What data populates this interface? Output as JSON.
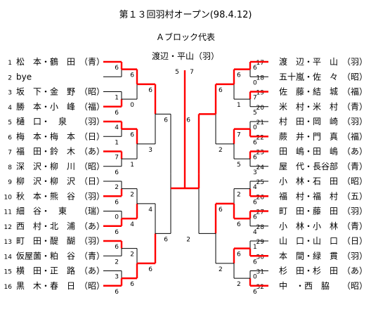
{
  "title": "第１３回羽村オープン(98.4.12)",
  "block": "Ａブロック代表",
  "champion": "渡辺・平山（羽）",
  "left": [
    {
      "num": "1",
      "name": "松　本・鶴　田",
      "club": "（青）"
    },
    {
      "num": "2",
      "name": "bye",
      "club": ""
    },
    {
      "num": "3",
      "name": "坂　下・金　野",
      "club": "（昭）"
    },
    {
      "num": "4",
      "name": "勝　本・小　峰",
      "club": "（福）"
    },
    {
      "num": "5",
      "name": "樋　口・　泉",
      "club": "（羽）"
    },
    {
      "num": "6",
      "name": "梅　本・梅　本",
      "club": "（日）"
    },
    {
      "num": "7",
      "name": "福　田・鈴　木",
      "club": "（あ）"
    },
    {
      "num": "8",
      "name": "深　沢・柳　川",
      "club": "（昭）"
    },
    {
      "num": "9",
      "name": "柳　沢・柳　沢",
      "club": "（日）"
    },
    {
      "num": "10",
      "name": "秋　本・熊　谷",
      "club": "（羽）"
    },
    {
      "num": "11",
      "name": "細　谷・　東",
      "club": "（瑞）"
    },
    {
      "num": "12",
      "name": "西　村・北　浦",
      "club": "（あ）"
    },
    {
      "num": "13",
      "name": "町　田・醍　醐",
      "club": "（羽）"
    },
    {
      "num": "14",
      "name": "仮屋薗・粕　谷",
      "club": "（青）"
    },
    {
      "num": "15",
      "name": "横　田・正　路",
      "club": "（あ）"
    },
    {
      "num": "16",
      "name": "黒　木・春　日",
      "club": "（昭）"
    }
  ],
  "right": [
    {
      "num": "17",
      "name": "渡　辺・平　山",
      "club": "（羽）"
    },
    {
      "num": "18",
      "name": "五十嵐・佐　々",
      "club": "（昭）"
    },
    {
      "num": "19",
      "name": "佐　藤・結　城",
      "club": "（福）"
    },
    {
      "num": "20",
      "name": "米　村・米　村",
      "club": "（青）"
    },
    {
      "num": "21",
      "name": "村　田・岡　崎",
      "club": "（羽）"
    },
    {
      "num": "22",
      "name": "蕨　井・門　真",
      "club": "（福）"
    },
    {
      "num": "23",
      "name": "田　嶋・田　嶋",
      "club": "（あ）"
    },
    {
      "num": "24",
      "name": "屋　代・長谷部",
      "club": "（青）"
    },
    {
      "num": "25",
      "name": "小　林・石　田",
      "club": "（昭）"
    },
    {
      "num": "26",
      "name": "福　村・福　村",
      "club": "（五）"
    },
    {
      "num": "27",
      "name": "町　田・藤　田",
      "club": "（羽）"
    },
    {
      "num": "28",
      "name": "小　林・小　林",
      "club": "（青）"
    },
    {
      "num": "29",
      "name": "山　口・山　口",
      "club": "（日）"
    },
    {
      "num": "30",
      "name": "本　間・緑　貫",
      "club": "（羽）"
    },
    {
      "num": "31",
      "name": "杉　田・杉　田",
      "club": "（あ）"
    },
    {
      "num": "32",
      "name": "中　・西　脇",
      "club": "（昭）"
    }
  ],
  "left_r1_scores": [
    [
      "6",
      ""
    ],
    [
      "1",
      "6"
    ],
    [
      "4",
      "1"
    ],
    [
      "7",
      "6"
    ],
    [
      "2",
      "6"
    ],
    [
      "0",
      "6"
    ],
    [
      "6",
      "2"
    ],
    [
      "3",
      "6"
    ]
  ],
  "left_r1_winner": [
    0,
    1,
    0,
    0,
    1,
    1,
    0,
    1
  ],
  "left_r2_scores": [
    [
      "6",
      "0"
    ],
    [
      "6",
      "1"
    ],
    [
      "2",
      "4"
    ],
    [
      "2",
      "6"
    ]
  ],
  "left_r2_winner": [
    0,
    0,
    1,
    1
  ],
  "left_r3_scores": [
    [
      "6",
      "3"
    ],
    [
      "4",
      "6"
    ]
  ],
  "left_r3_winner": [
    0,
    1
  ],
  "left_r4_scores": [
    "6",
    "6"
  ],
  "right_r1_scores": [
    [
      "6",
      "0"
    ],
    [
      "7",
      "5"
    ],
    [
      "0",
      "6"
    ],
    [
      "6",
      "3"
    ],
    [
      "4",
      "6"
    ],
    [
      "6",
      "4"
    ],
    [
      "1",
      "6"
    ],
    [
      "0",
      "6"
    ]
  ],
  "right_r1_winner": [
    0,
    0,
    1,
    0,
    1,
    0,
    1,
    1
  ],
  "right_r2_scores": [
    [
      "6",
      "1"
    ],
    [
      "7",
      "5"
    ],
    [
      "2",
      "6"
    ],
    [
      "6",
      "2"
    ]
  ],
  "right_r2_winner": [
    0,
    0,
    1,
    0
  ],
  "right_r3_scores": [
    [
      "6",
      "2"
    ],
    [
      "6",
      "2"
    ]
  ],
  "right_r3_winner": [
    0,
    0
  ],
  "right_r4_scores": [
    "6",
    "2"
  ],
  "final_scores": [
    "5",
    "7"
  ],
  "final_winner": 1,
  "colors": {
    "winner_line": "#ff0000",
    "line": "#000000"
  }
}
